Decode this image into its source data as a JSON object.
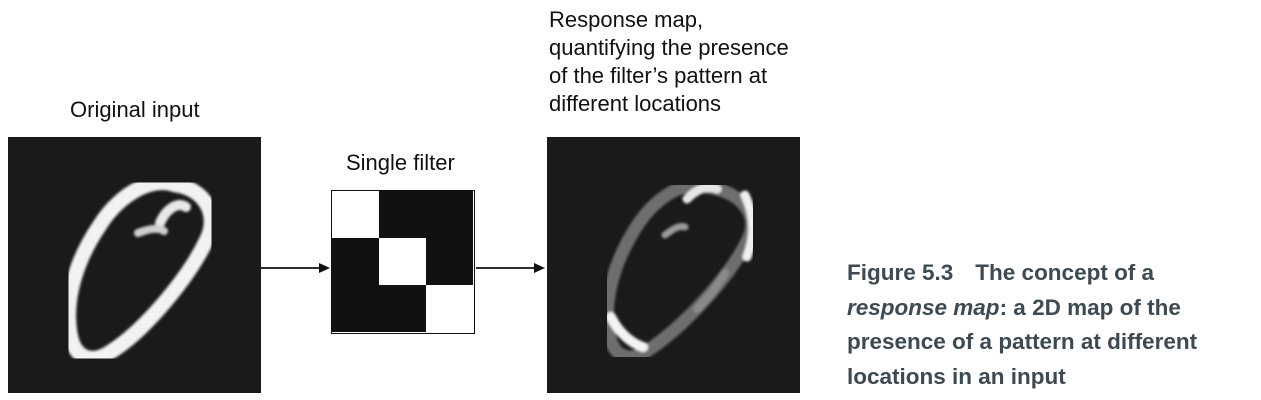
{
  "labels": {
    "original_input": "Original input",
    "single_filter": "Single filter",
    "response_map_lines": [
      "Response map,",
      "quantifying the presence",
      "of the filter’s pattern at",
      "different locations"
    ]
  },
  "filter": {
    "grid": [
      [
        1,
        0,
        0
      ],
      [
        0,
        1,
        0
      ],
      [
        0,
        0,
        1
      ]
    ]
  },
  "caption": {
    "number": "Figure 5.3",
    "text_before": "The concept of a",
    "italic_term": "response map",
    "text_after": ": a 2D map of the presence of a pattern at different locations in an input"
  },
  "colors": {
    "panel_background": "#1a1a1a",
    "caption": "#3d4a52",
    "filter_on": "#ffffff",
    "filter_off": "#111111"
  }
}
